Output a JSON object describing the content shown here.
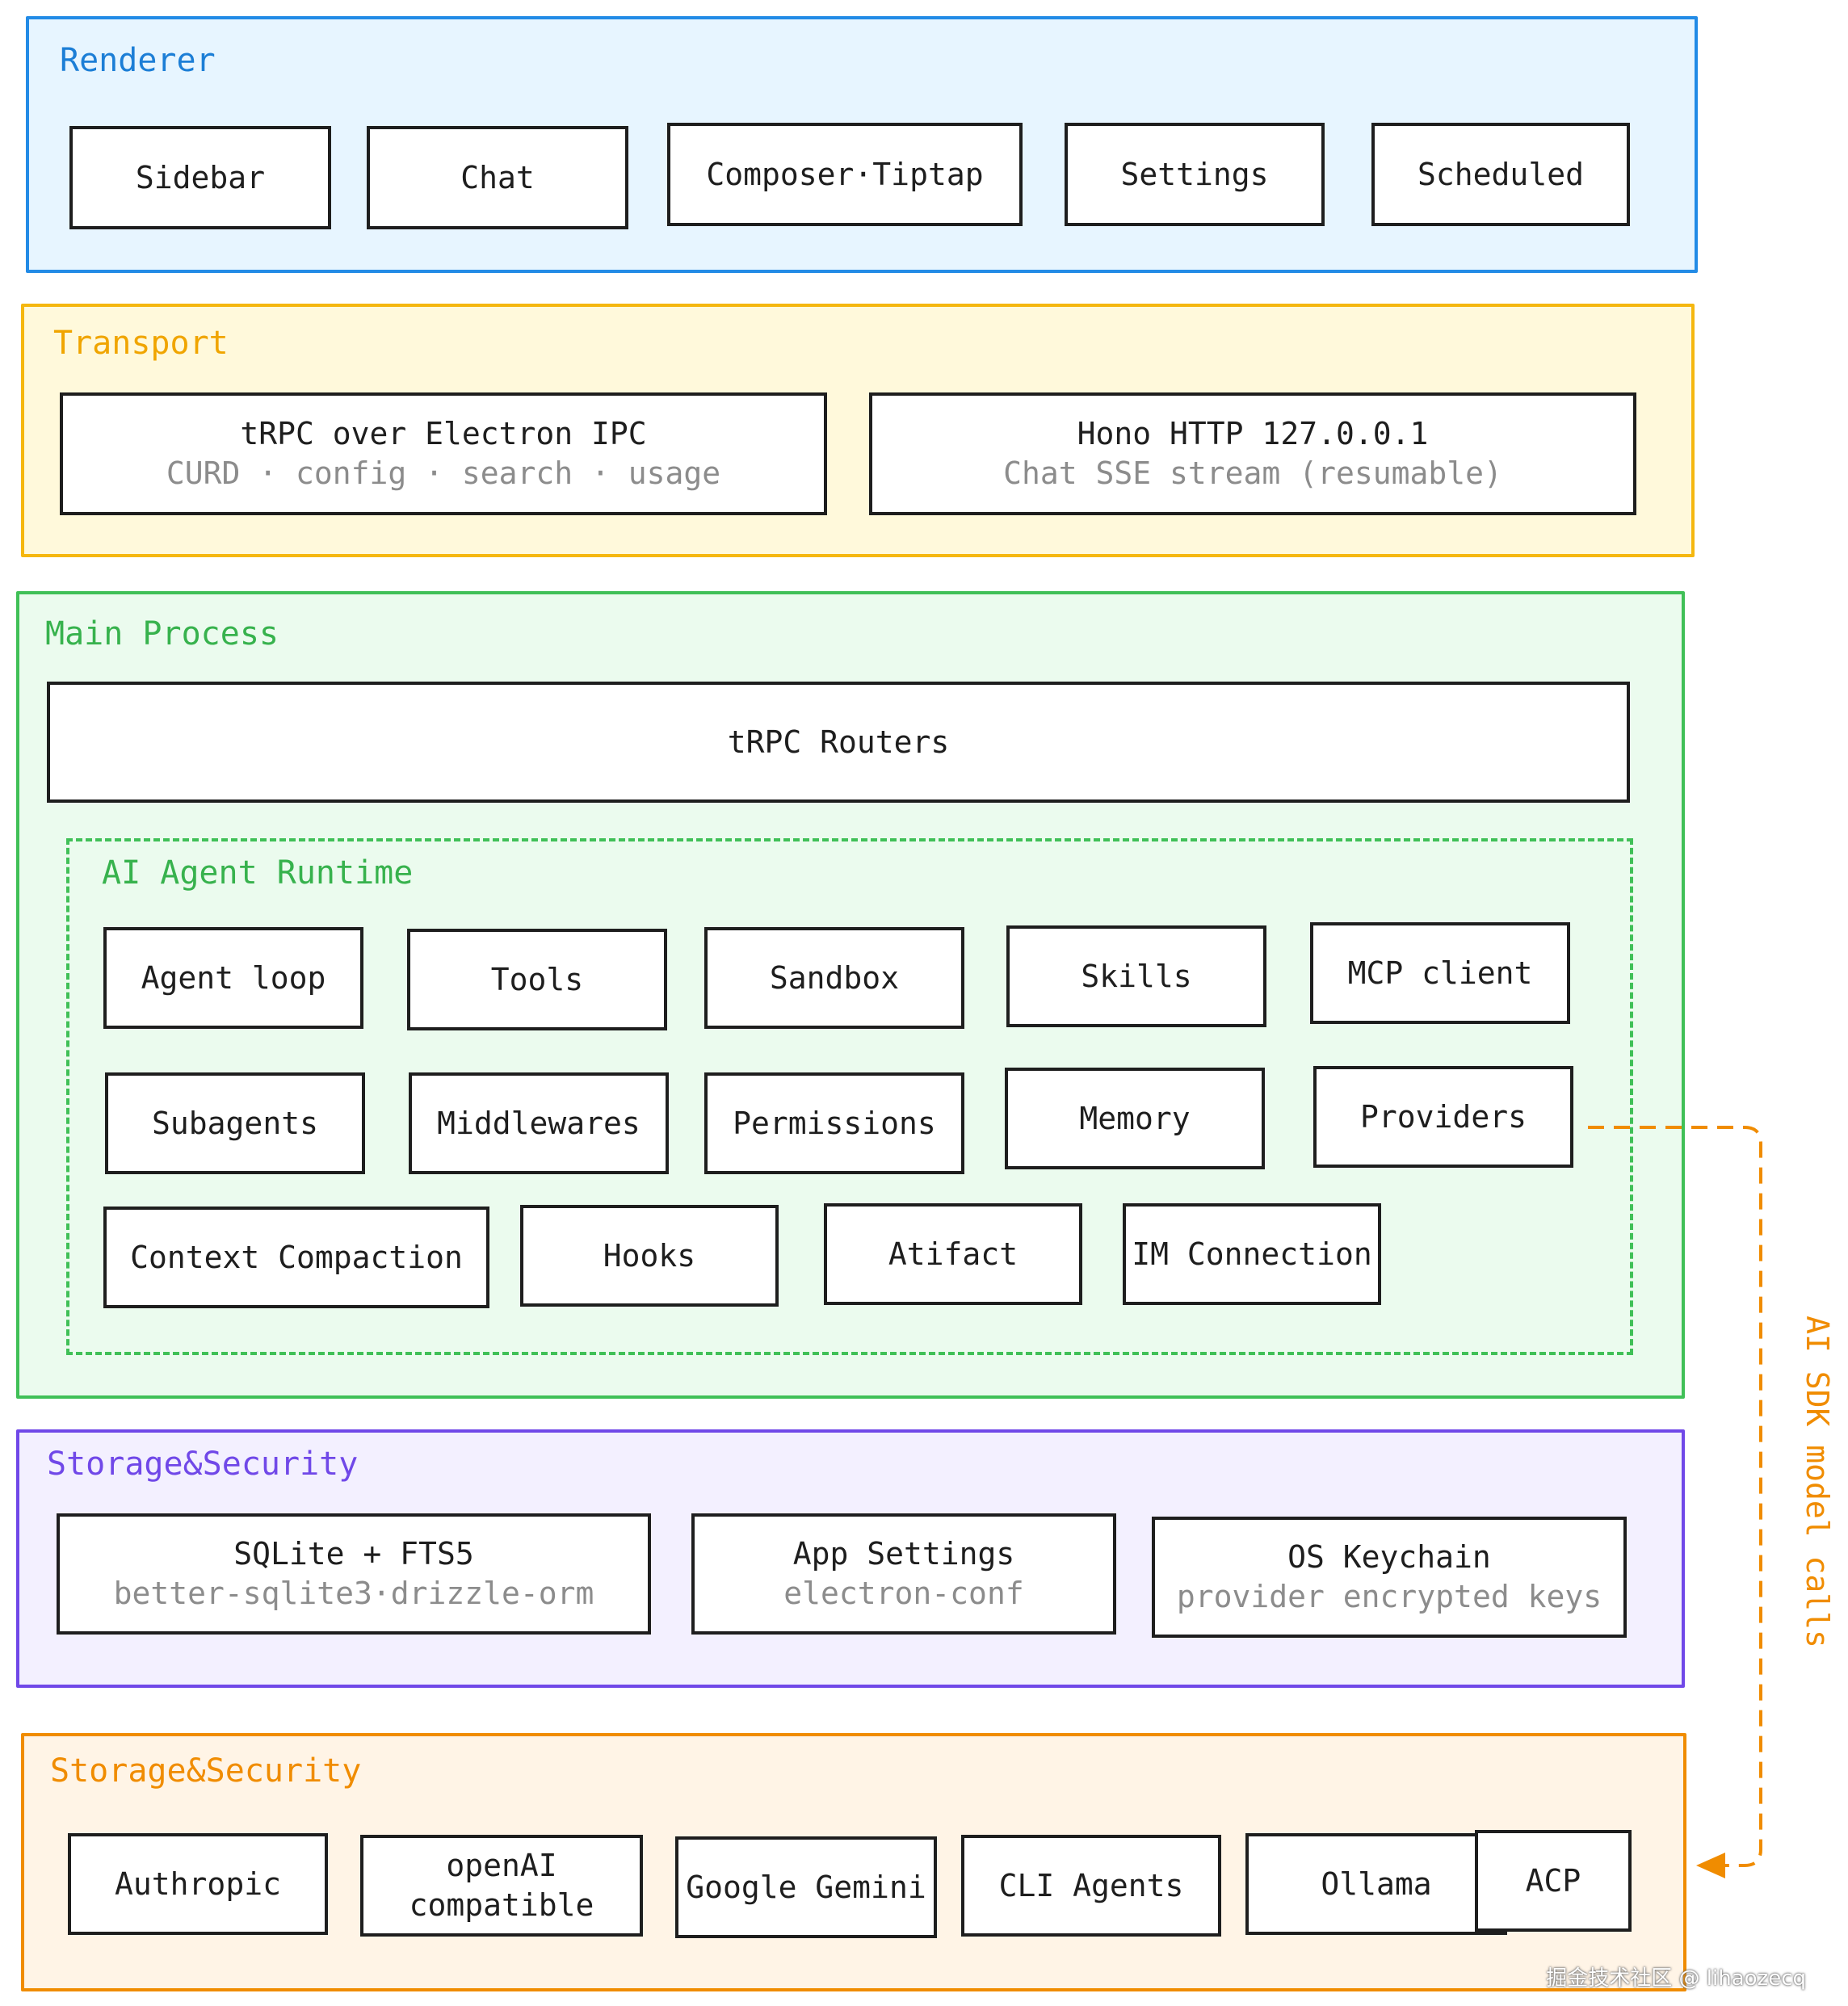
{
  "renderer": {
    "title": "Renderer",
    "items": [
      "Sidebar",
      "Chat",
      "Composer·Tiptap",
      "Settings",
      "Scheduled"
    ]
  },
  "transport": {
    "title": "Transport",
    "ipc": {
      "title": "tRPC over Electron IPC",
      "subtitle": "CURD · config · search · usage"
    },
    "http": {
      "title": "Hono HTTP 127.0.0.1",
      "subtitle": "Chat SSE stream (resumable)"
    }
  },
  "main": {
    "title": "Main Process",
    "routers": "tRPC Routers",
    "runtime": {
      "title": "AI Agent Runtime",
      "row1": [
        "Agent loop",
        "Tools",
        "Sandbox",
        "Skills",
        "MCP client"
      ],
      "row2": [
        "Subagents",
        "Middlewares",
        "Permissions",
        "Memory",
        "Providers"
      ],
      "row3": [
        "Context Compaction",
        "Hooks",
        "Atifact",
        "IM Connection"
      ]
    }
  },
  "storage": {
    "title": "Storage&Security",
    "sqlite": {
      "title": "SQLite + FTS5",
      "subtitle": "better-sqlite3·drizzle-orm"
    },
    "settings": {
      "title": "App Settings",
      "subtitle": "electron-conf"
    },
    "keychain": {
      "title": "OS Keychain",
      "subtitle": "provider encrypted keys"
    }
  },
  "providers": {
    "title": "Storage&Security",
    "items": [
      "Authropic",
      "openAI\ncompatible",
      "Google Gemini",
      "CLI Agents",
      "Ollama",
      "ACP"
    ]
  },
  "arrow_label": "AI SDK model calls",
  "watermark": "掘金技术社区 @ lihaozecq",
  "colors": {
    "renderer": "#228be6",
    "transport": "#f5b70f",
    "main": "#40c057",
    "storage": "#7048e8",
    "providers": "#f08c00"
  }
}
